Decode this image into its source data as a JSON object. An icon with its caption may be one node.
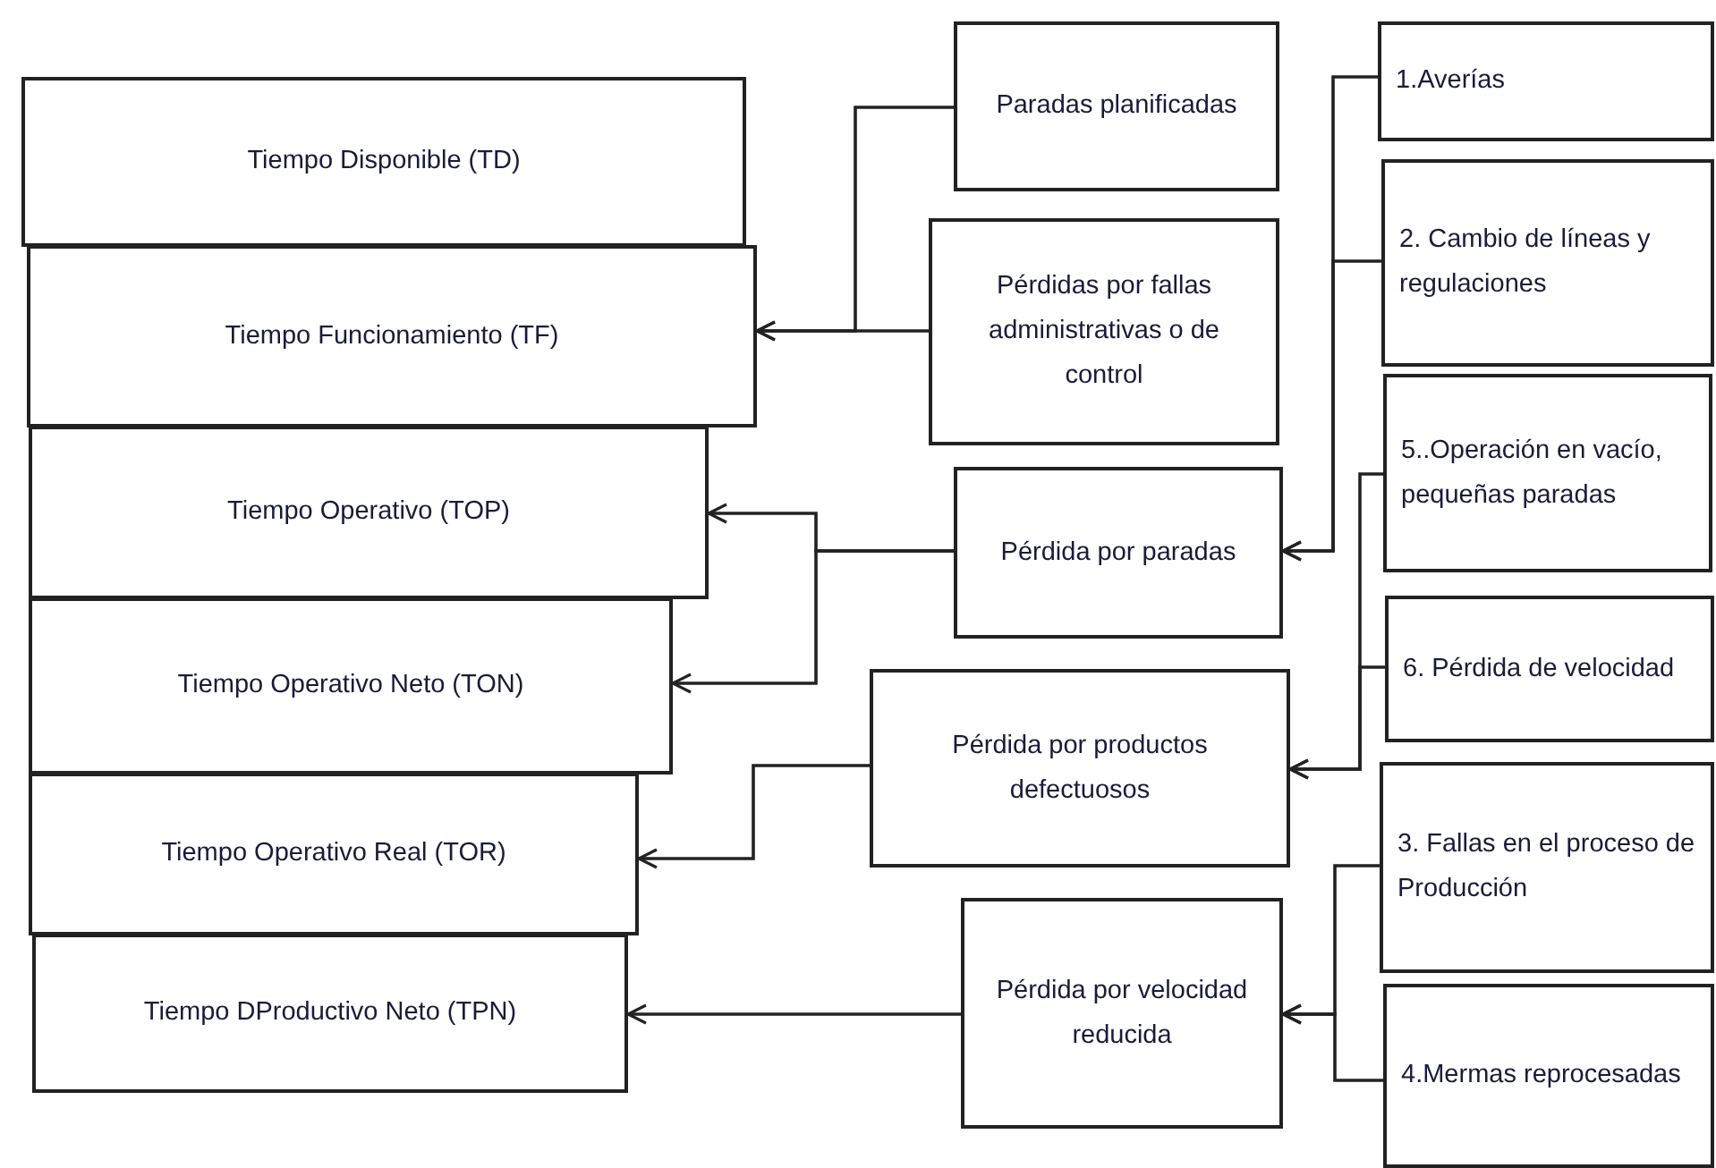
{
  "diagram": {
    "nodes": [
      {
        "text": [
          "Tiempo Disponible (TD)"
        ]
      },
      {
        "text": [
          "Tiempo Funcionamiento (TF)"
        ]
      },
      {
        "text": [
          "Tiempo Operativo (TOP)"
        ]
      },
      {
        "text": [
          "Tiempo Operativo Neto (TON)"
        ]
      },
      {
        "text": [
          "Tiempo Operativo Real (TOR)"
        ]
      },
      {
        "text": [
          "Tiempo DProductivo Neto (TPN)"
        ]
      },
      {
        "text": [
          "Paradas planificadas"
        ]
      },
      {
        "text": [
          "Pérdidas por fallas administrativas o de control"
        ]
      },
      {
        "text": [
          "Pérdida por paradas"
        ]
      },
      {
        "text": [
          "Pérdida por productos defectuosos"
        ]
      },
      {
        "text": [
          "Pérdida por velocidad reducida"
        ]
      },
      {
        "text": [
          "1.Averías"
        ]
      },
      {
        "text": [
          "2. Cambio de líneas y regulaciones"
        ]
      },
      {
        "text": [
          "5..Operación en vacío, pequeñas paradas"
        ]
      },
      {
        "text": [
          "6. Pérdida de velocidad"
        ]
      },
      {
        "text": [
          "3. Fallas en el proceso de Producción"
        ]
      },
      {
        "text": [
          "4.Mermas reprocesadas"
        ]
      }
    ],
    "edges": [
      {
        "from": 6,
        "to": 1,
        "arrow": "to"
      },
      {
        "from": 7,
        "to": 1,
        "arrow": "to"
      },
      {
        "from": 11,
        "to": 8,
        "arrow": "to"
      },
      {
        "from": 12,
        "to": 8,
        "arrow": "to"
      },
      {
        "from": 8,
        "to": 2,
        "arrow": "to"
      },
      {
        "from": 8,
        "to": 3,
        "arrow": "to"
      },
      {
        "from": 13,
        "to": 9,
        "arrow": "to"
      },
      {
        "from": 14,
        "to": 9,
        "arrow": "to"
      },
      {
        "from": 9,
        "to": 4,
        "arrow": "to"
      },
      {
        "from": 15,
        "to": 10,
        "arrow": "to"
      },
      {
        "from": 16,
        "to": 10,
        "arrow": "to"
      },
      {
        "from": 10,
        "to": 5,
        "arrow": "to"
      }
    ]
  }
}
